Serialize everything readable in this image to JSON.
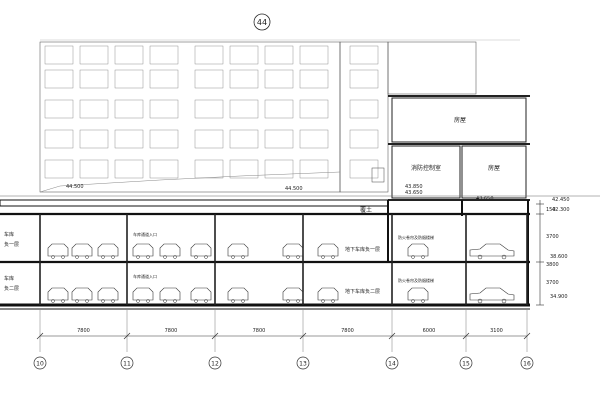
{
  "title_axis": "44",
  "levels": {
    "ground_left": "44.500",
    "ground_mid": "44.500",
    "right_a": "43.850",
    "right_b": "43.650",
    "right_c": "43.650",
    "right_d": "42.450",
    "right_e": "42.300"
  },
  "rooms": {
    "upper_right": "房屋",
    "lower_right_left": "消防控制室",
    "lower_right_right": "房屋"
  },
  "floors": {
    "b1_label_left": "负一层",
    "b1_label_prefix": "车库",
    "b2_label_left": "负二层",
    "b2_label_prefix": "车库",
    "b1_center": "地下车库负一层",
    "b2_center": "地下车库负二层",
    "roof": "覆土"
  },
  "notes": {
    "ramp_note_1": "车库通道入口",
    "ramp_note_2": "车库通道入口",
    "right_note_1": "防火卷帘及防烟楼梯",
    "right_note_2": "防火卷帘及防烟楼梯"
  },
  "right_dims": {
    "d1": "150",
    "d2": "3700",
    "d3": "3800",
    "d4": "3700",
    "elev1": "38.600",
    "elev2": "34.900"
  },
  "spans": [
    "7800",
    "7800",
    "7800",
    "7800",
    "6000",
    "3100"
  ],
  "axes": [
    "10",
    "11",
    "12",
    "13",
    "14",
    "15",
    "16"
  ]
}
